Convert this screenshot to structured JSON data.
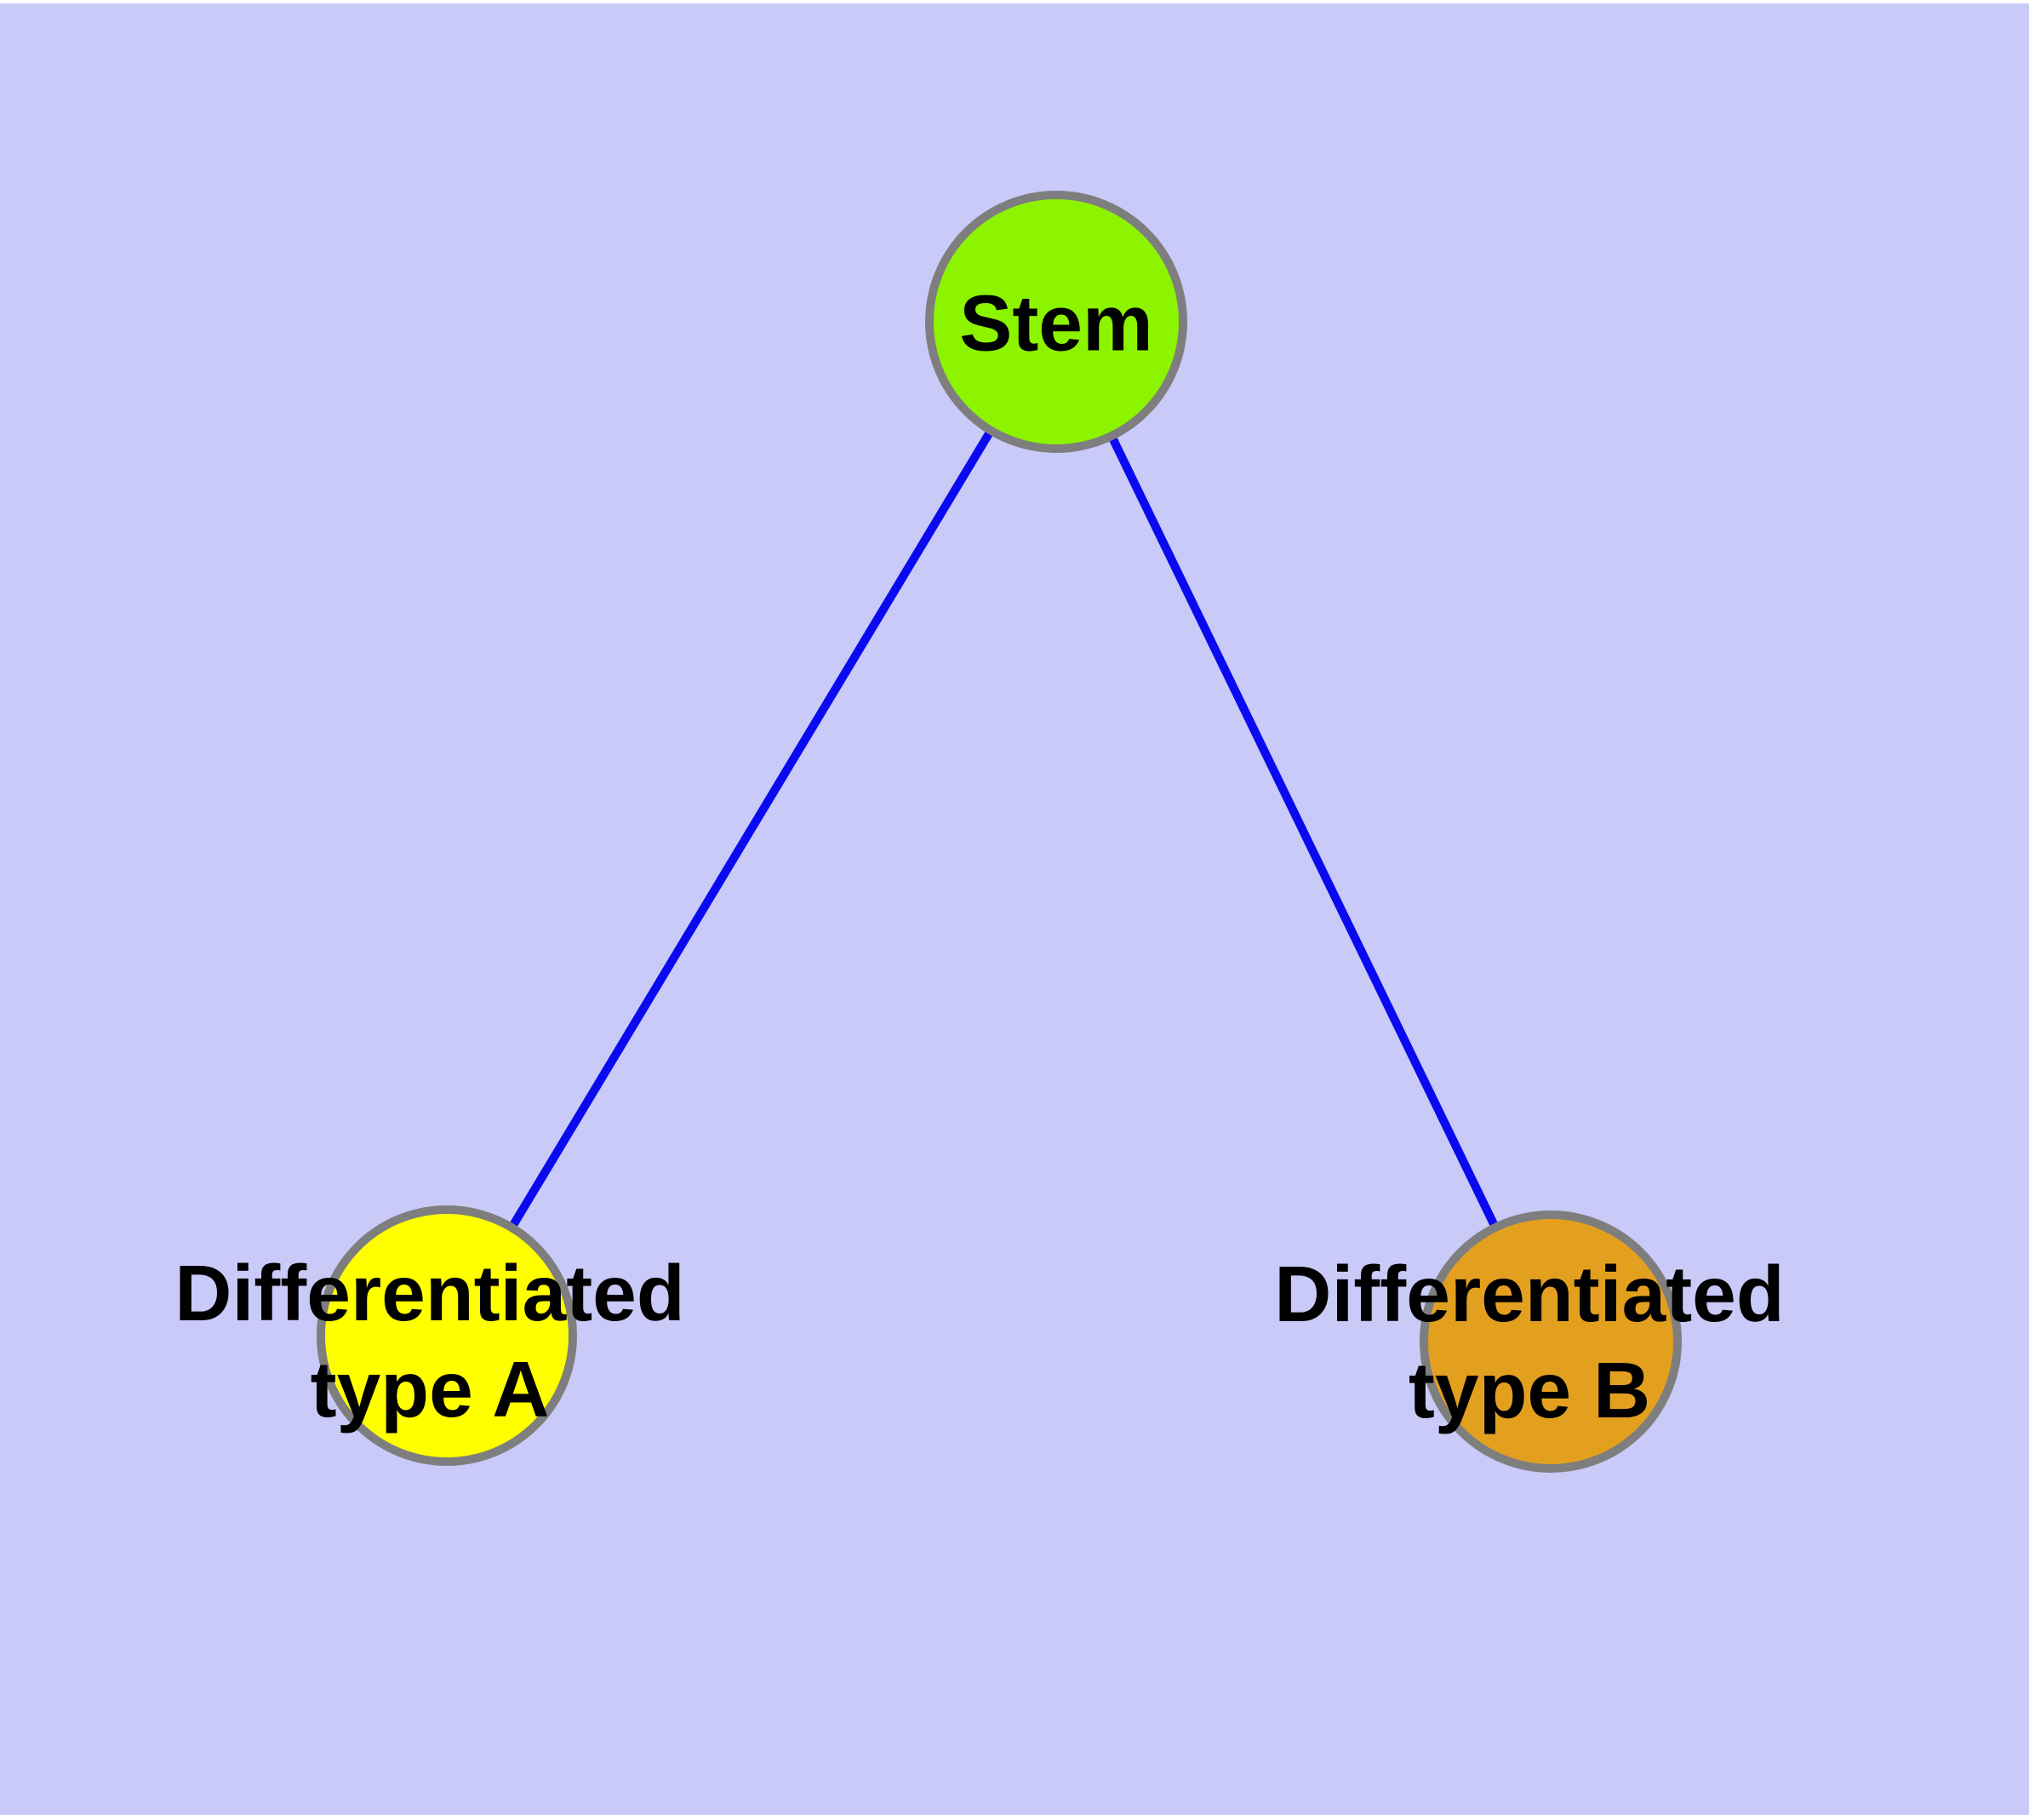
{
  "figure": {
    "background_color": "#FFFFFF",
    "canvas_color": "#CACAF8"
  },
  "graph": {
    "edge_color": "#0A0AF0",
    "node_border_color": "#7E7E7E",
    "text_color": "#000000",
    "nodes": [
      {
        "id": "stem",
        "label": "Stem",
        "fill": "#8DF400"
      },
      {
        "id": "differentiated-type-a",
        "label": "Differentiated type A",
        "line1": "Differentiated",
        "line2": "type A",
        "fill": "#FFFF00"
      },
      {
        "id": "differentiated-type-b",
        "label": "Differentiated type B",
        "line1": "Differentiated",
        "line2": "type B",
        "fill": "#E3A01F"
      }
    ],
    "edges": [
      {
        "from": "stem",
        "to": "differentiated-type-a"
      },
      {
        "from": "stem",
        "to": "differentiated-type-b"
      }
    ]
  }
}
